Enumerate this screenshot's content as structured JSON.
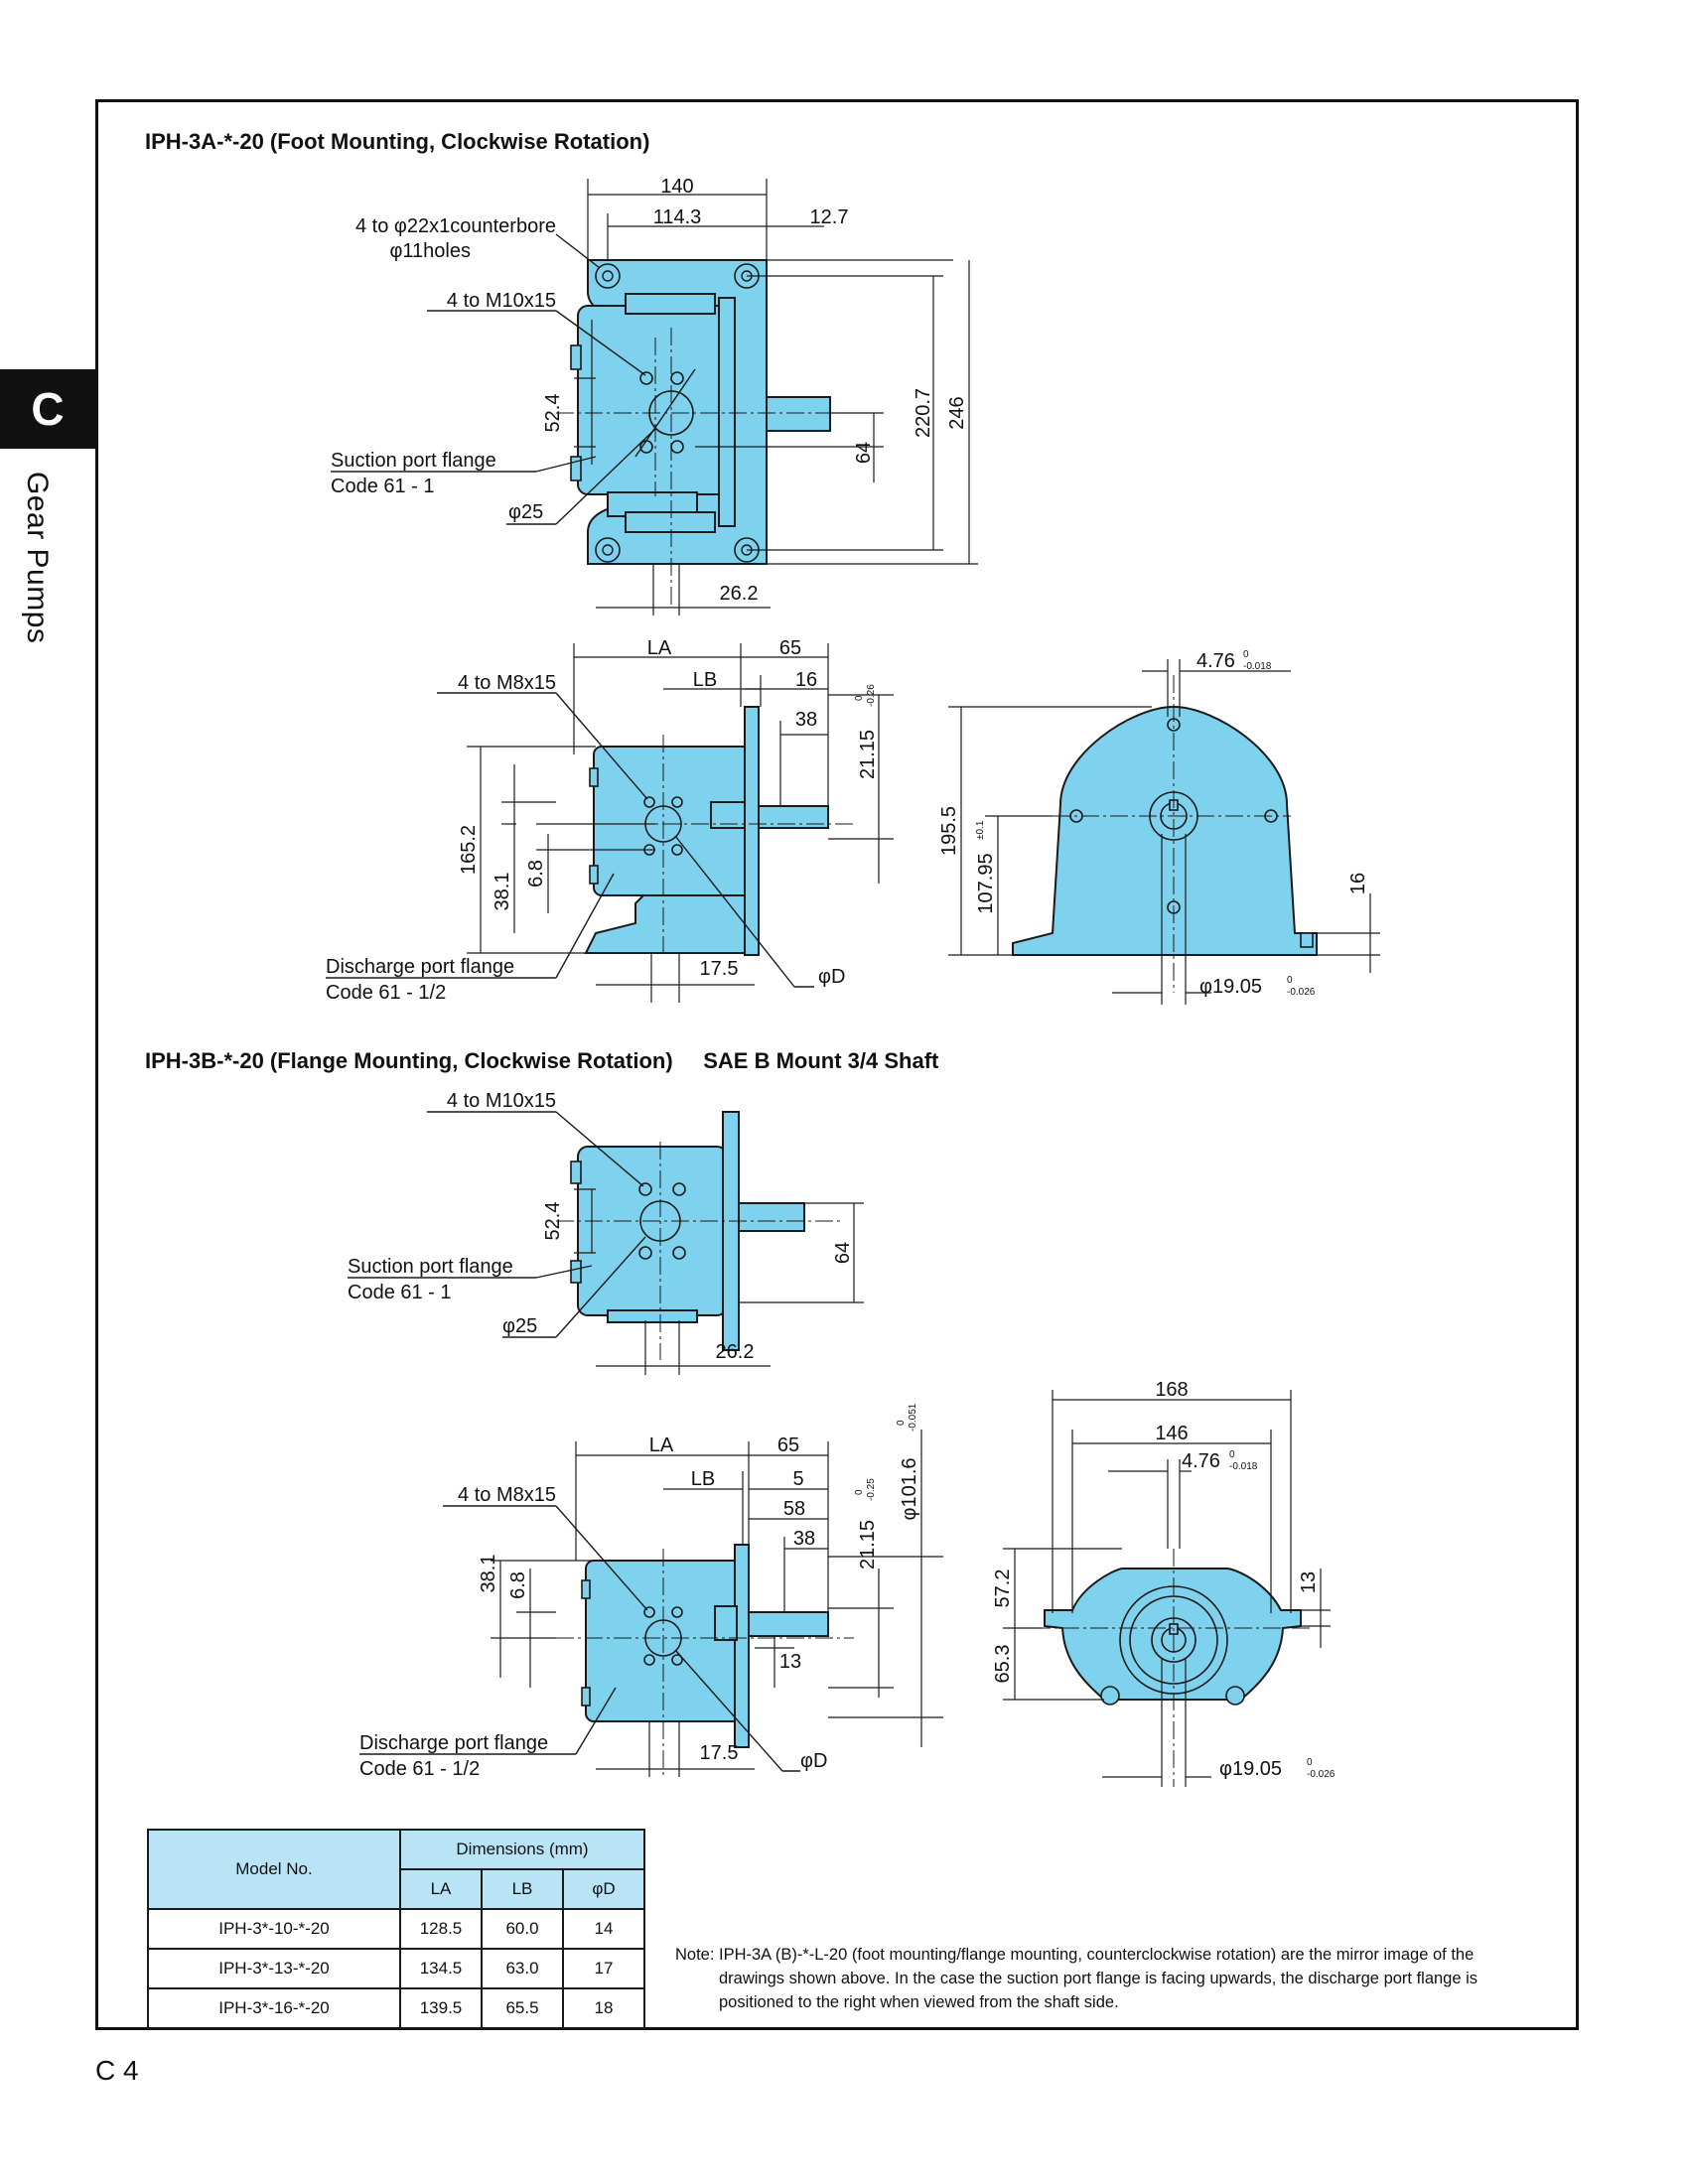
{
  "page": {
    "section_letter": "C",
    "section_name": "Gear Pumps",
    "page_number": "C 4"
  },
  "foot_mount": {
    "heading": "IPH-3A-*-20 (Foot Mounting, Clockwise Rotation)",
    "labels": {
      "counterbore_1": "4 to φ22x1counterbore",
      "counterbore_2": "φ11holes",
      "bolts_m10": "4 to M10x15",
      "suction_1": "Suction port flange",
      "suction_2": "Code 61 - 1",
      "phi25": "φ25",
      "bolts_m8": "4 to M8x15",
      "discharge_1": "Discharge port flange",
      "discharge_2": "Code 61 - 1/2",
      "phiD": "φD"
    },
    "dims": {
      "d140": "140",
      "d114_3": "114.3",
      "d12_7": "12.7",
      "d52_4": "52.4",
      "d64": "64",
      "d220_7": "220.7",
      "d246": "246",
      "d26_2": "26.2",
      "LA": "LA",
      "LB": "LB",
      "d65": "65",
      "d16": "16",
      "d38": "38",
      "d21_15": "21.15",
      "d21_15_tol_top": "0",
      "d21_15_tol_bot": "-0.26",
      "d165_2": "165.2",
      "d6_8": "6.8",
      "d38_1": "38.1",
      "d17_5": "17.5",
      "d4_76": "4.76",
      "d4_76_tol_top": "0",
      "d4_76_tol_bot": "-0.018",
      "d195_5": "195.5",
      "d107_95": "107.95",
      "d107_95_tol": "±0.1",
      "d16b": "16",
      "d19_05": "φ19.05",
      "d19_05_tol_top": "0",
      "d19_05_tol_bot": "-0.026"
    }
  },
  "flange_mount": {
    "heading": "IPH-3B-*-20 (Flange Mounting, Clockwise Rotation)     SAE B Mount 3/4 Shaft",
    "labels": {
      "bolts_m10": "4 to M10x15",
      "suction_1": "Suction port flange",
      "suction_2": "Code 61 - 1",
      "phi25": "φ25",
      "bolts_m8": "4 to M8x15",
      "discharge_1": "Discharge port flange",
      "discharge_2": "Code 61 - 1/2",
      "phiD": "φD"
    },
    "dims": {
      "d52_4": "52.4",
      "d64": "64",
      "d26_2": "26.2",
      "LA": "LA",
      "LB": "LB",
      "d65": "65",
      "d5": "5",
      "d58": "58",
      "d38": "38",
      "d21_15": "21.15",
      "d21_15_tol_top": "0",
      "d21_15_tol_bot": "-0.25",
      "d101_6": "φ101.6",
      "d101_6_tol_top": "0",
      "d101_6_tol_bot": "-0.051",
      "d38_1": "38.1",
      "d6_8": "6.8",
      "d13": "13",
      "d17_5": "17.5",
      "d168": "168",
      "d146": "146",
      "d4_76": "4.76",
      "d4_76_tol_top": "0",
      "d4_76_tol_bot": "-0.018",
      "d57_2": "57.2",
      "d65_3": "65.3",
      "d13b": "13",
      "d19_05": "φ19.05",
      "d19_05_tol_top": "0",
      "d19_05_tol_bot": "-0.026"
    }
  },
  "table": {
    "model_header": "Model No.",
    "group_header": "Dimensions (mm)",
    "columns": [
      "LA",
      "LB",
      "φD"
    ],
    "rows": [
      {
        "model": "IPH-3*-10-*-20",
        "la": "128.5",
        "lb": "60.0",
        "d": "14"
      },
      {
        "model": "IPH-3*-13-*-20",
        "la": "134.5",
        "lb": "63.0",
        "d": "17"
      },
      {
        "model": "IPH-3*-16-*-20",
        "la": "139.5",
        "lb": "65.5",
        "d": "18"
      }
    ]
  },
  "note": {
    "label": "Note:",
    "text": "IPH-3A (B)-*-L-20 (foot mounting/flange mounting, counterclockwise rotation) are the mirror image of the drawings shown above. In the case the suction port flange is facing upwards, the discharge port flange is positioned to the right when viewed from the shaft side."
  },
  "colors": {
    "body": "#7fd2ee",
    "table_header": "#b8e4f6",
    "ink": "#111111"
  }
}
